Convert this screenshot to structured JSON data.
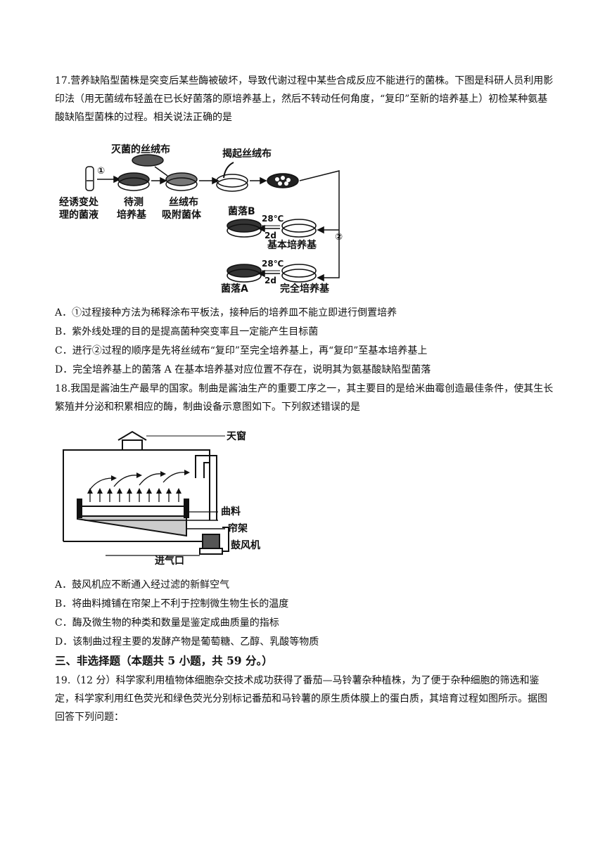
{
  "q17": {
    "stem": "17.营养缺陷型菌株是突变后某些酶被破坏，导致代谢过程中某些合成反应不能进行的菌株。下图是科研人员利用影印法（用无菌绒布轻盖在已长好菌落的原培养基上，然后不转动任何角度，“复印”至新的培养基上）初检某种氨基酸缺陷型菌株的过程。相关说法正确的是",
    "figure": {
      "label_velvet": "灭菌的丝绒布",
      "label_lift": "揭起丝绒布",
      "step1": "①",
      "step2": "②",
      "label_mutant_1": "经诱变处",
      "label_mutant_2": "理的菌液",
      "label_test_1": "待测",
      "label_test_2": "培养基",
      "label_adsorb_1": "丝绒布",
      "label_adsorb_2": "吸附菌体",
      "colony_b": "菌落B",
      "colony_a": "菌落A",
      "temp_top": "28℃",
      "time_top": "2d",
      "temp_bottom": "28℃",
      "time_bottom": "2d",
      "basic_medium": "基本培养基",
      "complete_medium": "完全培养基"
    },
    "options": [
      "A．①过程接种方法为稀释涂布平板法，接种后的培养皿不能立即进行倒置培养",
      "B．紫外线处理的目的是提高菌种突变率且一定能产生目标菌",
      "C．进行②过程的顺序是先将丝绒布“复印”至完全培养基上，再“复印”至基本培养基上",
      "D．完全培养基上的菌落 A 在基本培养基对应位置不存在，说明其为氨基酸缺陷型菌落"
    ]
  },
  "q18": {
    "stem": "18.我国是酱油生产最早的国家。制曲是酱油生产的重要工序之一，其主要目的是给米曲霉创造最佳条件，使其生长繁殖并分泌和积累相应的酶，制曲设备示意图如下。下列叙述错误的是",
    "figure": {
      "label_skylight": "天窗",
      "label_koji": "曲料",
      "label_rack": "帘架",
      "label_blower": "鼓风机",
      "label_inlet": "进气口"
    },
    "options": [
      "A．鼓风机应不断通入经过滤的新鲜空气",
      "B．将曲料摊铺在帘架上不利于控制微生物生长的温度",
      "C．酶及微生物的种类和数量是鉴定成曲质量的指标",
      "D．该制曲过程主要的发酵产物是葡萄糖、乙醇、乳酸等物质"
    ]
  },
  "section3": {
    "heading": "三、非选择题（本题共 5  小题，共 59 分。）"
  },
  "q19": {
    "stem": "19.（12 分）科学家利用植物体细胞杂交技术成功获得了番茄—马铃薯杂种植株，为了便于杂种细胞的筛选和鉴定，科学家利用红色荧光和绿色荧光分别标记番茄和马铃薯的原生质体膜上的蛋白质，其培育过程如图所示。据图回答下列问题："
  }
}
